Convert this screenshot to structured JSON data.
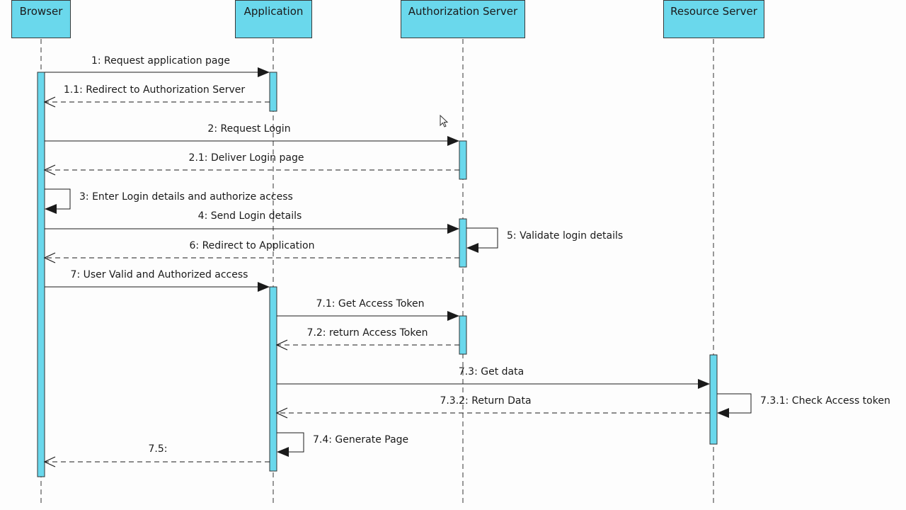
{
  "diagram": {
    "colors": {
      "lifeline_fill": "#6ad8ec",
      "activation_fill": "#6ad8ec",
      "line": "#1a1a1a",
      "background": "#fdfdfd"
    },
    "lifelines": [
      {
        "id": "browser",
        "label": "Browser"
      },
      {
        "id": "application",
        "label": "Application"
      },
      {
        "id": "auth_server",
        "label": "Authorization Server"
      },
      {
        "id": "resource_server",
        "label": "Resource Server"
      }
    ],
    "messages": [
      {
        "label": "1: Request application page",
        "from": "browser",
        "to": "application",
        "kind": "sync"
      },
      {
        "label": "1.1: Redirect to Authorization Server",
        "from": "application",
        "to": "browser",
        "kind": "return"
      },
      {
        "label": "2: Request Login",
        "from": "browser",
        "to": "auth_server",
        "kind": "sync"
      },
      {
        "label": "2.1: Deliver Login page",
        "from": "auth_server",
        "to": "browser",
        "kind": "return"
      },
      {
        "label": "3: Enter Login details and authorize access",
        "from": "browser",
        "to": "browser",
        "kind": "self"
      },
      {
        "label": "4: Send Login details",
        "from": "browser",
        "to": "auth_server",
        "kind": "sync"
      },
      {
        "label": "5: Validate login details",
        "from": "auth_server",
        "to": "auth_server",
        "kind": "self"
      },
      {
        "label": "6: Redirect to Application",
        "from": "auth_server",
        "to": "browser",
        "kind": "return"
      },
      {
        "label": "7: User Valid and Authorized access",
        "from": "browser",
        "to": "application",
        "kind": "sync"
      },
      {
        "label": "7.1: Get Access Token",
        "from": "application",
        "to": "auth_server",
        "kind": "sync"
      },
      {
        "label": "7.2: return Access Token",
        "from": "auth_server",
        "to": "application",
        "kind": "return"
      },
      {
        "label": "7.3: Get data",
        "from": "application",
        "to": "resource_server",
        "kind": "sync"
      },
      {
        "label": "7.3.1: Check Access token",
        "from": "resource_server",
        "to": "resource_server",
        "kind": "self"
      },
      {
        "label": "7.3.2: Return Data",
        "from": "resource_server",
        "to": "application",
        "kind": "return"
      },
      {
        "label": "7.4: Generate Page",
        "from": "application",
        "to": "application",
        "kind": "self"
      },
      {
        "label": "7.5:",
        "from": "application",
        "to": "browser",
        "kind": "return"
      }
    ]
  }
}
